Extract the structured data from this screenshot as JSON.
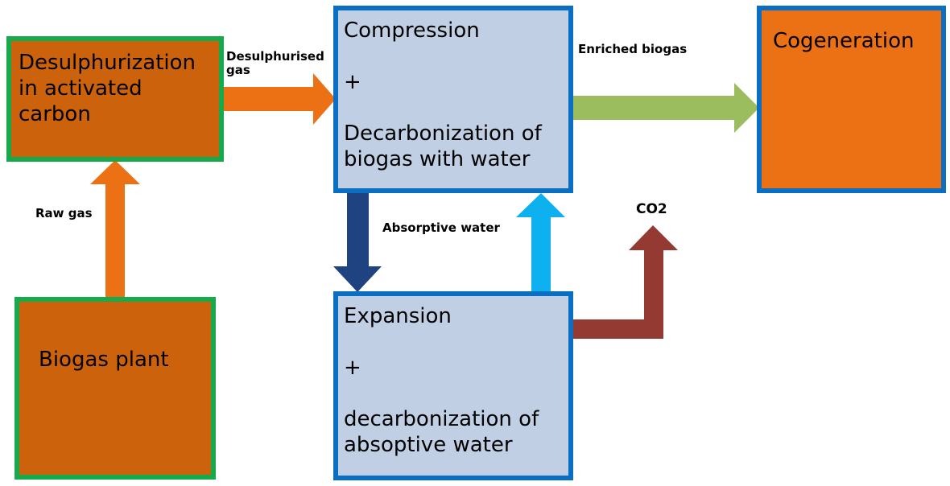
{
  "nodes": {
    "desulphurization": {
      "text": "Desulphurization\nin activated\ncarbon"
    },
    "biogas_plant": {
      "text": "Biogas plant"
    },
    "compression": {
      "text": "Compression\n\n+\n\nDecarbonization of\nbiogas with water"
    },
    "expansion": {
      "text": "Expansion\n\n+\n\ndecarbonization of\nabsoptive water"
    },
    "cogeneration": {
      "text": "Cogeneration"
    }
  },
  "edges": {
    "raw_gas": {
      "label": "Raw gas"
    },
    "desulphurised_gas": {
      "label": "Desulphurised\ngas"
    },
    "enriched_biogas": {
      "label": "Enriched biogas"
    },
    "absorptive_water": {
      "label": "Absorptive water"
    },
    "co2": {
      "label": "CO2"
    }
  },
  "colors": {
    "brown_fill": "#cc620b",
    "green_border": "#16aa4d",
    "light_blue_fill": "#c0cfe3",
    "blue_border": "#0a6fc2",
    "orange_fill": "#ec7115",
    "orange_arrow": "#ec7115",
    "green_arrow": "#9bbd5e",
    "dark_blue_arrow": "#1f4380",
    "cyan_arrow": "#0eb1ef",
    "red_brown_arrow": "#953a33"
  }
}
